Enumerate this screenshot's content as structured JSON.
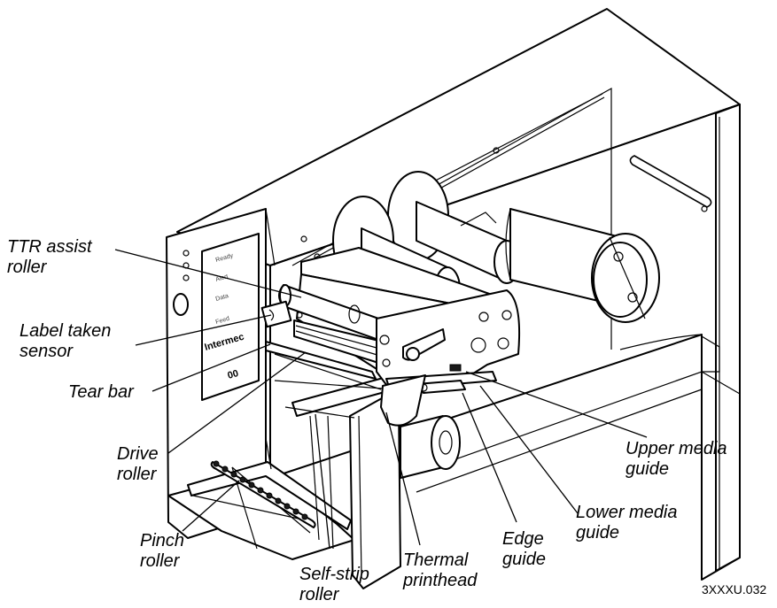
{
  "labels": {
    "ttr_assist_roller": "TTR assist\nroller",
    "label_taken_sensor": "Label taken\nsensor",
    "tear_bar": "Tear bar",
    "drive_roller": "Drive\nroller",
    "pinch_roller": "Pinch\nroller",
    "self_strip_roller": "Self-strip\nroller",
    "thermal_printhead": "Thermal\nprinthead",
    "edge_guide": "Edge\nguide",
    "lower_media_guide": "Lower media\nguide",
    "upper_media_guide": "Upper media\nguide"
  },
  "figure_code": "3XXXU.032"
}
